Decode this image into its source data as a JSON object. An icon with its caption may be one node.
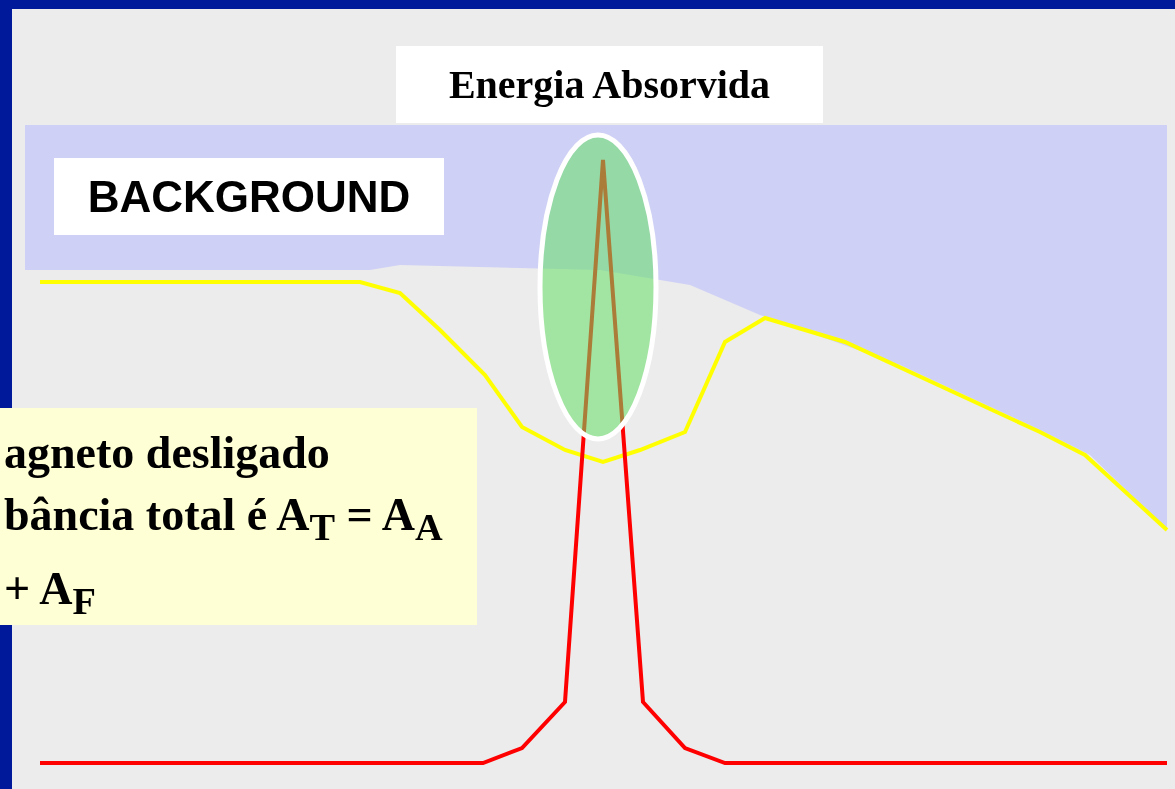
{
  "diagram": {
    "labels": [
      "Energia Absorvida",
      "BACKGROUND",
      "agneto desligado bância total é A$_{T}$ = A$_{A}$ + A$_{F}$"
    ]
  }
}
